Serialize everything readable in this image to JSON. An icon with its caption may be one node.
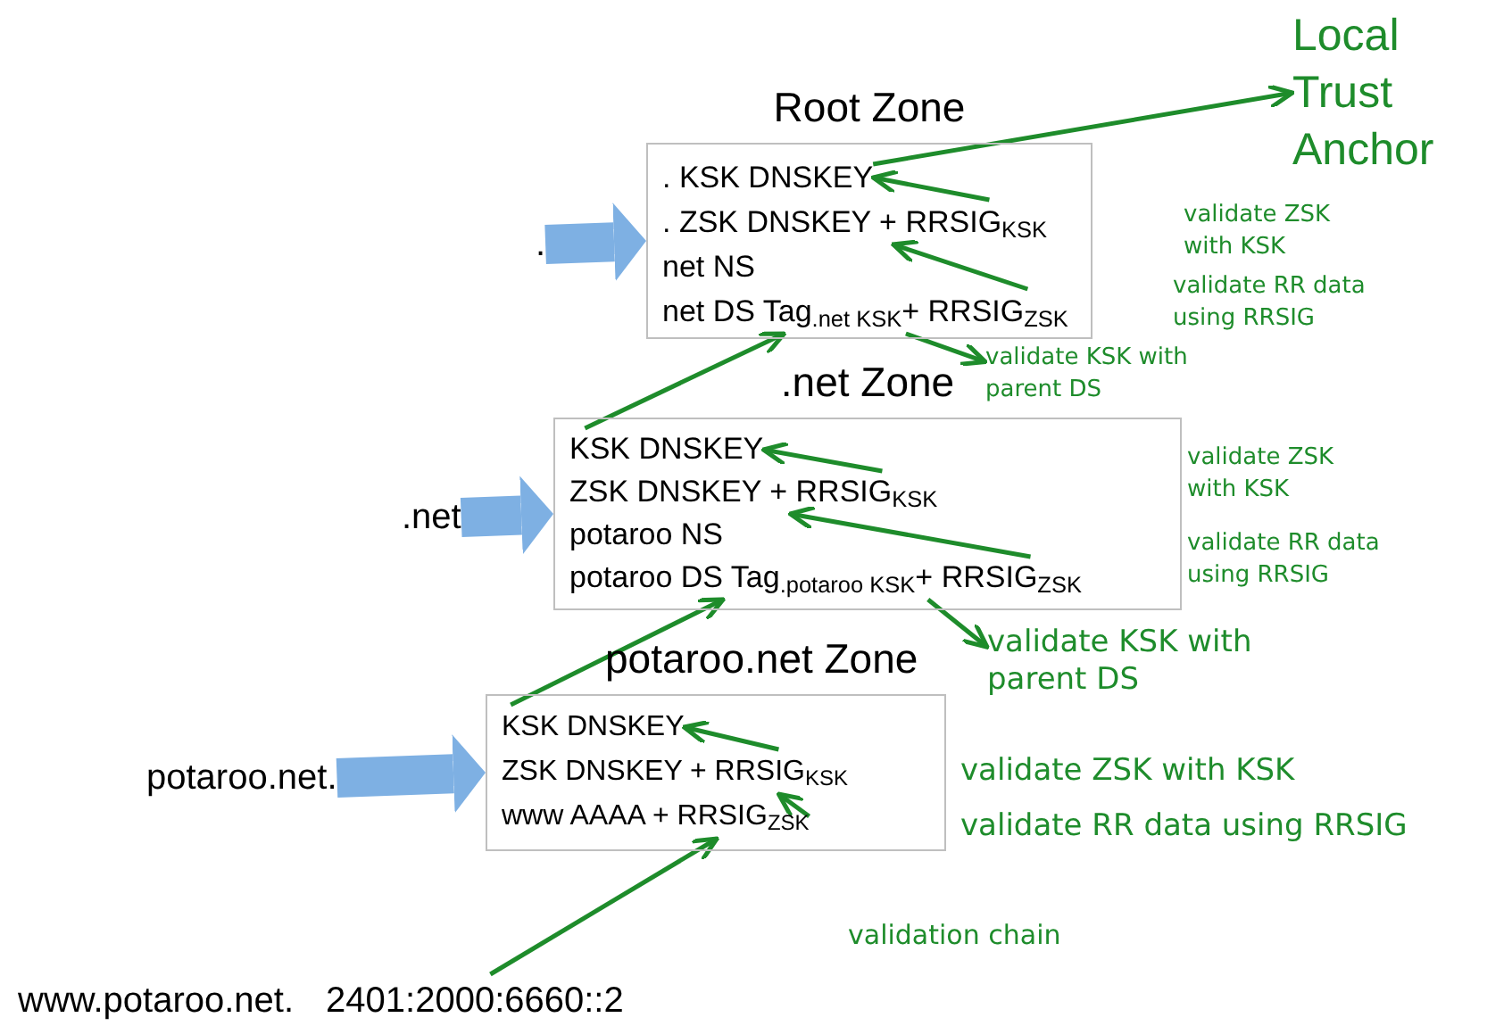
{
  "diagram": {
    "nodes": [
      {
        "text": [
          "Local Trust Anchor"
        ]
      },
      {
        "text": [
          "Root Zone"
        ]
      },
      {
        "text": [
          ". KSK DNSKEY"
        ],
        "in": 1
      },
      {
        "text": [
          ". ZSK DNSKEY + RRSIG$_{KSK}$"
        ],
        "in": 1
      },
      {
        "text": [
          "net NS"
        ],
        "in": 1
      },
      {
        "text": [
          "net DS Tag$_{.net KSK}$+ RRSIG$_{ZSK}$"
        ],
        "in": 1
      },
      {
        "text": [
          "."
        ]
      },
      {
        "text": [
          "validate KSK with parent DS"
        ]
      },
      {
        "text": [
          ".net Zone"
        ]
      },
      {
        "text": [
          "KSK DNSKEY"
        ],
        "in": 8
      },
      {
        "text": [
          "ZSK DNSKEY + RRSIG$_{KSK}$"
        ],
        "in": 8
      },
      {
        "text": [
          "potaroo NS"
        ],
        "in": 8
      },
      {
        "text": [
          "potaroo DS Tag$_{.potaroo KSK}$+ RRSIG$_{ZSK}$"
        ],
        "in": 8
      },
      {
        "text": [
          ".net"
        ]
      },
      {
        "text": [
          "validate KSK with parent DS"
        ]
      },
      {
        "text": [
          "potaroo.net Zone"
        ]
      },
      {
        "text": [
          "KSK DNSKEY"
        ],
        "in": 15
      },
      {
        "text": [
          "ZSK DNSKEY + RRSIG$_{KSK}$"
        ],
        "in": 15
      },
      {
        "text": [
          "www AAAA + RRSIG$_{ZSK}$"
        ],
        "in": 15
      },
      {
        "text": [
          "potaroo.net."
        ]
      },
      {
        "text": [
          "www.potaroo.net.",
          "2401:2000:6660::2"
        ]
      }
    ],
    "edges": [
      {
        "from": 2,
        "to": 0,
        "arrow": "to"
      },
      {
        "from": 3,
        "to": 2,
        "arrow": "to"
      },
      {
        "from": 5,
        "to": 3,
        "arrow": "to"
      },
      {
        "from": 5,
        "to": 7,
        "arrow": "to"
      },
      {
        "from": 9,
        "to": 5,
        "arrow": "to"
      },
      {
        "from": 10,
        "to": 9,
        "arrow": "to"
      },
      {
        "from": 12,
        "to": 10,
        "arrow": "to"
      },
      {
        "from": 12,
        "to": 14,
        "arrow": "to"
      },
      {
        "from": 16,
        "to": 12,
        "arrow": "to"
      },
      {
        "from": 17,
        "to": 16,
        "arrow": "to"
      },
      {
        "from": 18,
        "to": 17,
        "arrow": "to"
      },
      {
        "from": 20,
        "to": 18,
        "arrow": "to"
      },
      {
        "from": 6,
        "to": 1,
        "arrow": "to",
        "style": "thick",
        "color": "#7eb0e3"
      },
      {
        "from": 13,
        "to": 8,
        "arrow": "to",
        "style": "thick",
        "color": "#7eb0e3"
      },
      {
        "from": 19,
        "to": 15,
        "arrow": "to",
        "style": "thick",
        "color": "#7eb0e3"
      }
    ],
    "labels": [
      "validate ZSK with KSK",
      "validate RR data using RRSIG",
      "validate ZSK with KSK",
      "validate RR data using RRSIG",
      "validate ZSK with KSK",
      "validate RR data using RRSIG",
      "validation chain"
    ]
  }
}
